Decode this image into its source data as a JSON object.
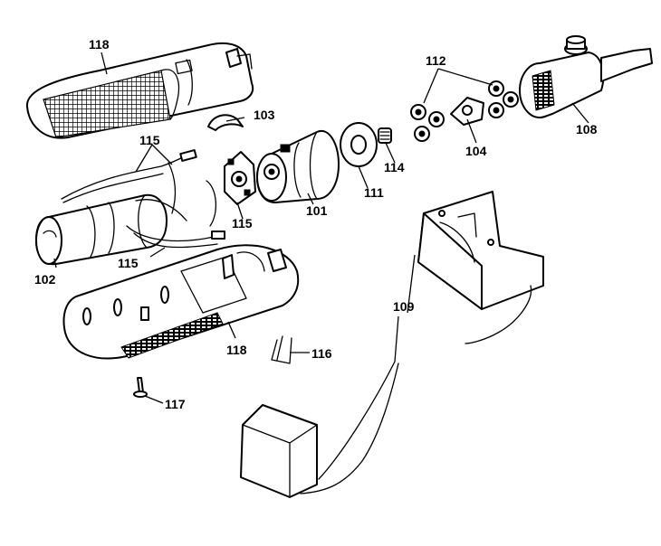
{
  "labels": {
    "l118_top": "118",
    "l103": "103",
    "l115_a": "115",
    "l115_b": "115",
    "l115_c": "115",
    "l101": "101",
    "l102": "102",
    "l111": "111",
    "l114": "114",
    "l112": "112",
    "l104": "104",
    "l108": "108",
    "l109": "109",
    "l118_bottom": "118",
    "l116": "116",
    "l117": "117"
  }
}
